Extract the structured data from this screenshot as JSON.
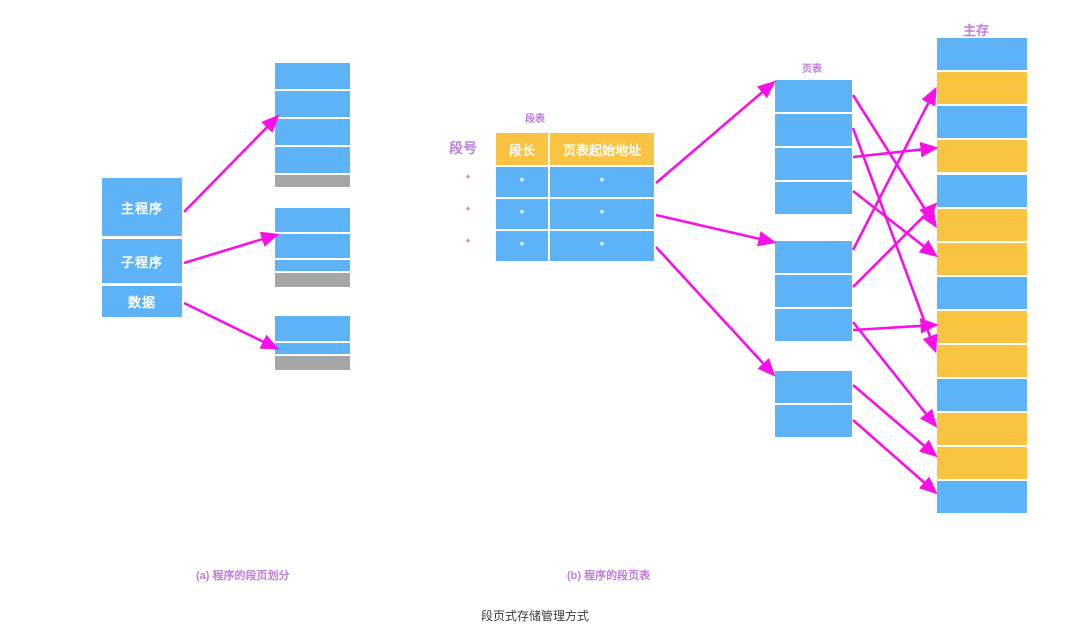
{
  "figure": {
    "title": "段页式存储管理方式",
    "caption_a": "(a) 程序的段页划分",
    "caption_b": "(b) 程序的段页表",
    "colors": {
      "blue": "#5db3f5",
      "orange": "#fbc342",
      "gray": "#a6a6a6",
      "arrow": "#f711e6",
      "label_purple": "#c07fd9",
      "text_white": "#ffffff",
      "background": "#ffffff"
    }
  },
  "panel_a": {
    "program_blocks": [
      {
        "label": "主程序"
      },
      {
        "label": "子程序"
      },
      {
        "label": "数据"
      }
    ],
    "page_groups": [
      {
        "name": "main-program-pages",
        "pages": 4,
        "remainder": 1
      },
      {
        "name": "subroutine-pages",
        "pages": 3,
        "remainder": 1
      },
      {
        "name": "data-pages",
        "pages": 2,
        "remainder": 1
      }
    ]
  },
  "panel_b": {
    "segment_table": {
      "title": "段表",
      "row_label_header": "段号",
      "columns": [
        "段长",
        "页表起始地址"
      ],
      "rows": [
        {
          "segno": "*",
          "seglen": "*",
          "page_table_addr": "*"
        },
        {
          "segno": "*",
          "seglen": "*",
          "page_table_addr": "*"
        },
        {
          "segno": "*",
          "seglen": "*",
          "page_table_addr": "*"
        }
      ]
    },
    "page_table": {
      "title": "页表",
      "groups": [
        {
          "name": "page-table-group-1",
          "entries": 4
        },
        {
          "name": "page-table-group-2",
          "entries": 3
        },
        {
          "name": "page-table-group-3",
          "entries": 2
        }
      ]
    },
    "main_memory": {
      "title": "主存",
      "frames": [
        "blue",
        "orange",
        "blue",
        "orange",
        "blue",
        "orange",
        "orange",
        "blue",
        "orange",
        "orange",
        "blue",
        "orange",
        "orange",
        "blue",
        "orange",
        "blue"
      ]
    }
  }
}
